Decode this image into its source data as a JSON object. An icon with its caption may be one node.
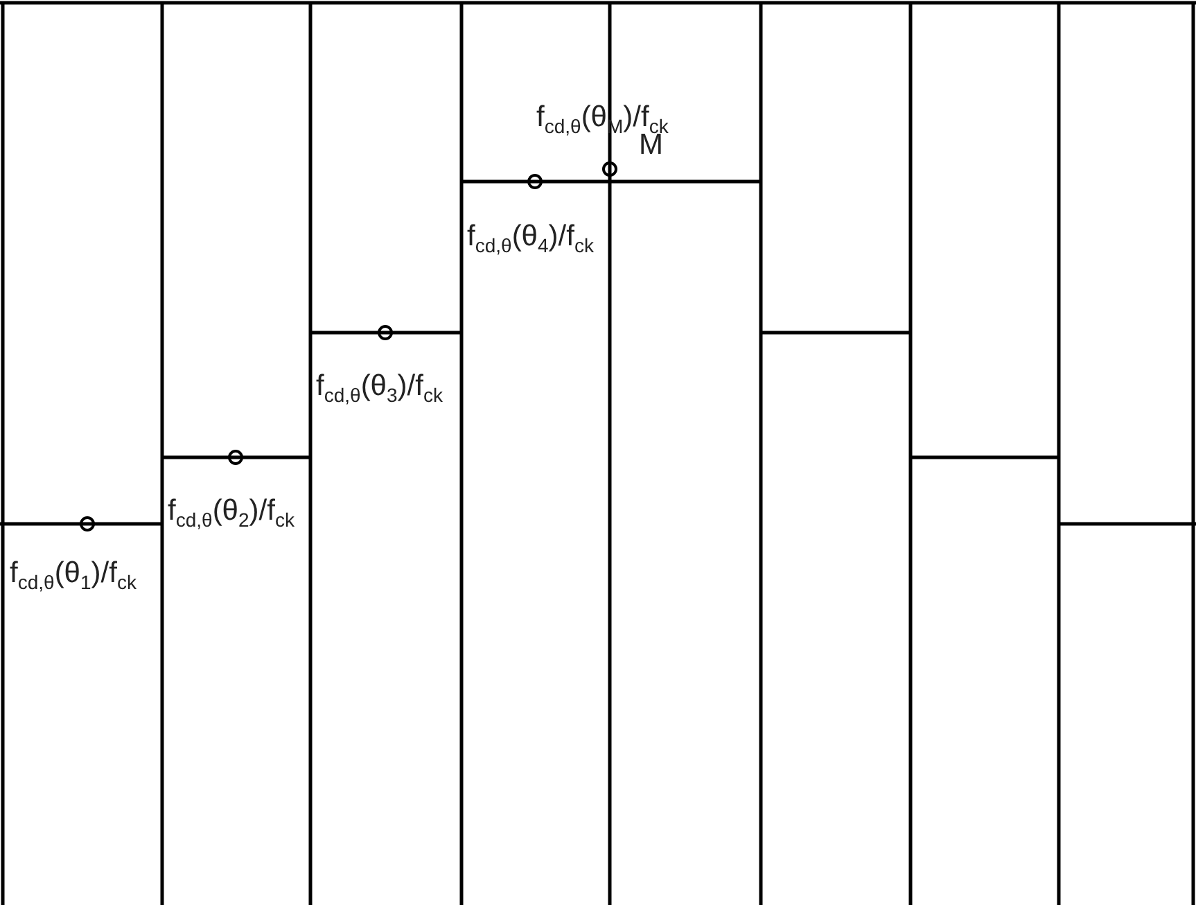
{
  "diagram": {
    "labels": [
      "f$_{cd,θ}$(θ$_{M}$)/f$_{ck}$",
      "M",
      "f$_{cd,θ}$(θ$_{4}$)/f$_{ck}$",
      "f$_{cd,θ}$(θ$_{3}$)/f$_{ck}$",
      "f$_{cd,θ}$(θ$_{2}$)/f$_{ck}$",
      "f$_{cd,θ}$(θ$_{1}$)/f$_{ck}$"
    ]
  }
}
